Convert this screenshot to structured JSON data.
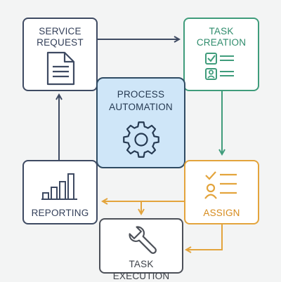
{
  "nodes": {
    "service_request": {
      "line1": "SERVICE",
      "line2": "REQUEST",
      "icon": "document-icon"
    },
    "task_creation": {
      "line1": "TASK",
      "line2": "CREATION",
      "icon": "checklist-icon"
    },
    "process_automation": {
      "line1": "PROCESS",
      "line2": "AUTOMATION",
      "icon": "gear-icon"
    },
    "assign": {
      "label": "ASSIGN",
      "icon": "user-checklist-icon"
    },
    "reporting": {
      "label": "REPORTING",
      "icon": "bar-chart-icon"
    },
    "task_execution": {
      "label": "TASK EXECUTION",
      "icon": "wrench-icon"
    }
  },
  "colors": {
    "navy": "#3e4a62",
    "green": "#3f9c7b",
    "blue_fill": "#cfe6f8",
    "orange": "#e3a43c",
    "gray": "#4c5058"
  }
}
